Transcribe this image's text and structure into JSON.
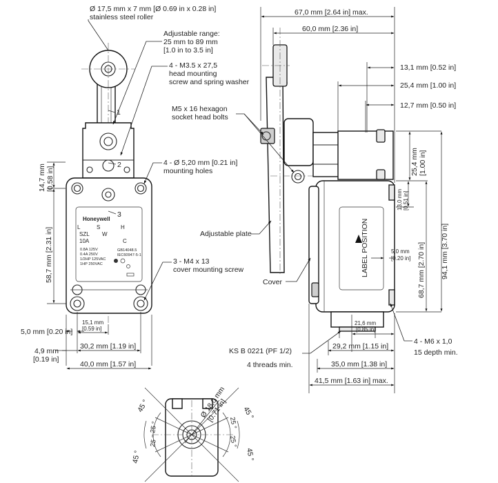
{
  "front_view": {
    "roller_spec": [
      "Ø 17,5 mm x 7 mm [Ø 0.69 in x 0.28 in]",
      "stainless steel roller"
    ],
    "adjustable_range": [
      "Adjustable range:",
      "25 mm to 89 mm",
      "[1.0 in to 3.5 in]"
    ],
    "head_screw": [
      "4 - M3.5 x 27,5",
      "head mounting",
      "screw and spring washer"
    ],
    "mounting_holes": [
      "4 - Ø 5,20 mm [0.21 in]",
      "mounting holes"
    ],
    "cover_screw": [
      "3 - M4 x 13",
      "cover mounting screw"
    ],
    "dim_14_7": [
      "14,7 mm",
      "[0.58 in]"
    ],
    "dim_58_7": "58,7 mm [2.31 in]",
    "dim_5_0": "5,0 mm [0.20 in]",
    "dim_15_1": [
      "15,1 mm",
      "[0.59 in]"
    ],
    "dim_30_2": "30,2 mm [1.19 in]",
    "dim_4_9": [
      "4,9 mm",
      "[0.19 in]"
    ],
    "dim_40_0": "40,0 mm [1.57 in]",
    "lever_positions": [
      "1",
      "2",
      "3"
    ],
    "label_text": {
      "brand": "Honeywell",
      "model": "SZL",
      "series_row": [
        "L",
        "S",
        "W",
        "H"
      ],
      "rating_top": "10A",
      "code": "C",
      "ratings": [
        "0.8A 125V",
        "0.4A 250V",
        "1/2HP 125VAC",
        "1HP 250VAC"
      ],
      "marks": [
        "GB14048.5",
        "IEC60947-5-1"
      ]
    }
  },
  "side_view": {
    "dim_67_0": "67,0 mm [2.64 in] max.",
    "dim_60_0": "60,0 mm [2.36 in]",
    "dim_13_1": "13,1 mm [0.52 in]",
    "dim_25_4": "25,4 mm [1.00 in]",
    "dim_12_7": "12,7 mm [0.50 in]",
    "bolts": [
      "M5 x 16 hexagon",
      "socket head bolts"
    ],
    "dim_25_4_v": [
      "25,4 mm",
      "[1.00 in]"
    ],
    "dim_13_0_v": [
      "13,0 mm",
      "[0.51 in]"
    ],
    "dim_68_7": "68,7 mm [2.70 in]",
    "dim_94_1": "94,1 mm [3.70 in]",
    "adjustable_plate": "Adjustable plate",
    "label_position": "LABEL POSITION",
    "dim_5_0_side": [
      "5,0 mm",
      "[0.20 in]"
    ],
    "cover": "Cover",
    "dim_21_6": [
      "21,6 mm",
      "[0.85 in]"
    ],
    "dim_29_2": "29,2 mm [1.15 in]",
    "ks_b": [
      "KS B 0221 (PF 1/2)",
      "4 threads min."
    ],
    "dim_35_0": "35,0 mm [1.38 in]",
    "m6": [
      "4 - M6 x 1,0",
      "15 depth min."
    ],
    "dim_41_5": "41,5 mm [1.63 in] max."
  },
  "bottom_view": {
    "dia_18": [
      "Ø 18,0 mm",
      "[0.71 in]"
    ],
    "angle_45": "45 °",
    "angle_25": "25 °"
  }
}
